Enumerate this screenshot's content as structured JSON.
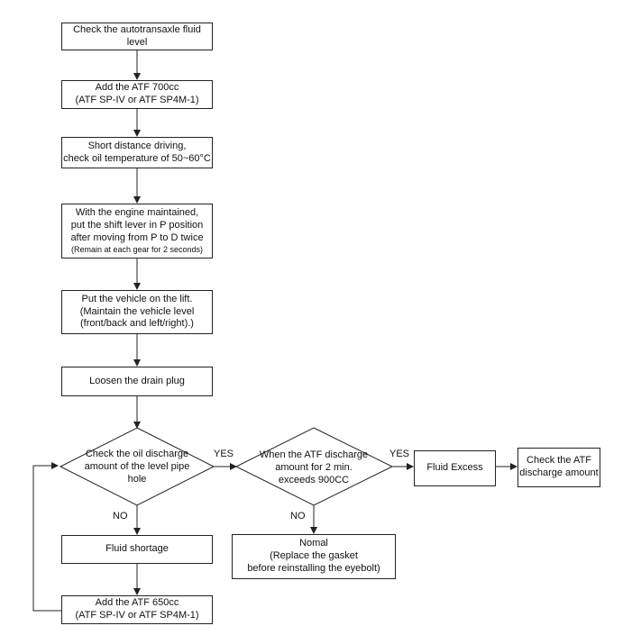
{
  "steps": {
    "check_level": "Check the autotransaxle fluid level",
    "add_700": "Add the ATF 700cc\n(ATF SP-IV or ATF SP4M-1)",
    "short_drive": "Short distance driving,\ncheck oil temperature of 50~60°C",
    "shift_lever_main": "With the engine maintained,\nput the shift lever in P position\nafter moving from P to D twice",
    "shift_lever_note": "(Remain at each gear for 2 seconds)",
    "lift": "Put the vehicle on the lift.\n(Maintain the vehicle level\n(front/back and left/right).)",
    "drain": "Loosen the drain plug",
    "shortage": "Fluid shortage",
    "add_650": "Add the ATF 650cc\n(ATF SP-IV or ATF SP4M-1)",
    "excess": "Fluid Excess",
    "check_discharge": "Check the ATF\ndischarge amount",
    "normal": "Nomal\n(Replace the gasket\nbefore reinstalling the eyebolt)"
  },
  "decisions": {
    "pipe_hole": "Check the oil discharge\namount of the level pipe hole",
    "over_900": "When the ATF discharge\namount for 2 min.\nexceeds 900CC"
  },
  "labels": {
    "yes": "YES",
    "no": "NO"
  }
}
